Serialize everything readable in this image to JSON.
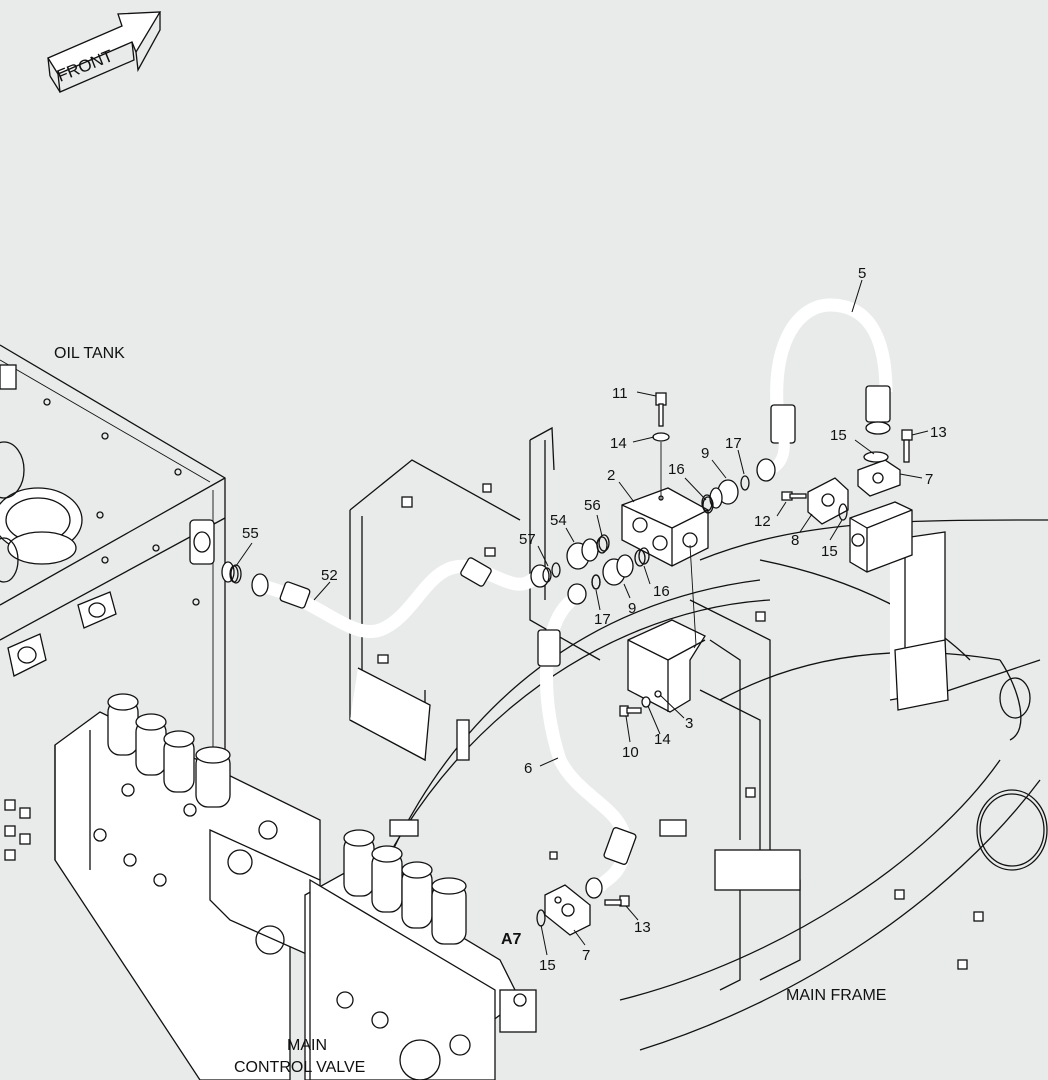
{
  "labels": {
    "front": "FRONT",
    "oil_tank": "OIL TANK",
    "main_frame": "MAIN FRAME",
    "main_control_valve_line1": "MAIN",
    "main_control_valve_line2": "CONTROL VALVE",
    "port_ref": "A7"
  },
  "callouts": [
    {
      "id": "c1",
      "text": "5"
    },
    {
      "id": "c2",
      "text": "11"
    },
    {
      "id": "c3",
      "text": "14"
    },
    {
      "id": "c4",
      "text": "2"
    },
    {
      "id": "c5",
      "text": "16"
    },
    {
      "id": "c6",
      "text": "9"
    },
    {
      "id": "c7",
      "text": "17"
    },
    {
      "id": "c8",
      "text": "15"
    },
    {
      "id": "c9",
      "text": "13"
    },
    {
      "id": "c10",
      "text": "7"
    },
    {
      "id": "c11",
      "text": "12"
    },
    {
      "id": "c12",
      "text": "8"
    },
    {
      "id": "c13",
      "text": "15"
    },
    {
      "id": "c14",
      "text": "56"
    },
    {
      "id": "c15",
      "text": "54"
    },
    {
      "id": "c16",
      "text": "57"
    },
    {
      "id": "c17",
      "text": "55"
    },
    {
      "id": "c18",
      "text": "52"
    },
    {
      "id": "c19",
      "text": "16"
    },
    {
      "id": "c20",
      "text": "9"
    },
    {
      "id": "c21",
      "text": "17"
    },
    {
      "id": "c22",
      "text": "3"
    },
    {
      "id": "c23",
      "text": "14"
    },
    {
      "id": "c24",
      "text": "10"
    },
    {
      "id": "c25",
      "text": "6"
    },
    {
      "id": "c26",
      "text": "13"
    },
    {
      "id": "c27",
      "text": "7"
    },
    {
      "id": "c28",
      "text": "15"
    }
  ]
}
